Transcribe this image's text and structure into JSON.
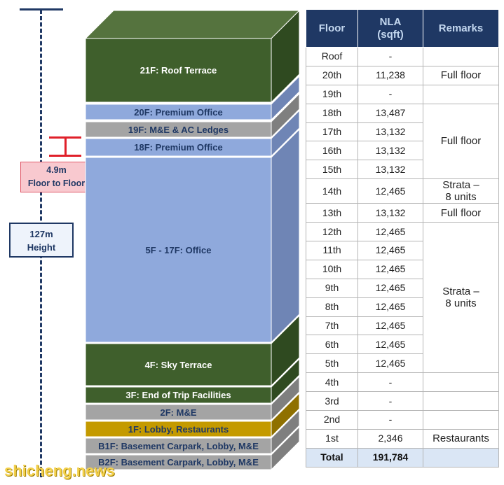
{
  "height_indicator": {
    "height_label": "127m\nHeight",
    "floor_to_floor_label": "4.9m\nFloor to Floor"
  },
  "colors": {
    "navy": "#1f3864",
    "green": "#3f5f2c",
    "light_blue": "#8fa9dc",
    "gray": "#a4a4a4",
    "gold": "#c49a00",
    "pink": "#f8c9cf",
    "red": "#e0202a"
  },
  "building": {
    "floors": [
      {
        "label": "21F: Roof Terrace",
        "color": "green"
      },
      {
        "label": "20F: Premium Office",
        "color": "light_blue"
      },
      {
        "label": "19F: M&E & AC Ledges",
        "color": "gray"
      },
      {
        "label": "18F: Premium Office",
        "color": "light_blue"
      },
      {
        "label": "5F - 17F: Office",
        "color": "light_blue"
      },
      {
        "label": "4F: Sky Terrace",
        "color": "green"
      },
      {
        "label": "3F: End of Trip Facilities",
        "color": "green"
      },
      {
        "label": "2F: M&E",
        "color": "gray"
      },
      {
        "label": "1F: Lobby, Restaurants",
        "color": "gold"
      },
      {
        "label": "B1F: Basement Carpark, Lobby, M&E",
        "color": "gray"
      },
      {
        "label": "B2F: Basement Carpark, Lobby, M&E",
        "color": "gray"
      }
    ]
  },
  "table": {
    "headers": {
      "floor": "Floor",
      "nla": "NLA\n(sqft)",
      "remarks": "Remarks"
    },
    "rows": [
      {
        "floor": "Roof",
        "nla": "-"
      },
      {
        "floor": "20th",
        "nla": "11,238"
      },
      {
        "floor": "19th",
        "nla": "-"
      },
      {
        "floor": "18th",
        "nla": "13,487"
      },
      {
        "floor": "17th",
        "nla": "13,132"
      },
      {
        "floor": "16th",
        "nla": "13,132"
      },
      {
        "floor": "15th",
        "nla": "13,132"
      },
      {
        "floor": "14th",
        "nla": "12,465"
      },
      {
        "floor": "13th",
        "nla": "13,132"
      },
      {
        "floor": "12th",
        "nla": "12,465"
      },
      {
        "floor": "11th",
        "nla": "12,465"
      },
      {
        "floor": "10th",
        "nla": "12,465"
      },
      {
        "floor": "9th",
        "nla": "12,465"
      },
      {
        "floor": "8th",
        "nla": "12,465"
      },
      {
        "floor": "7th",
        "nla": "12,465"
      },
      {
        "floor": "6th",
        "nla": "12,465"
      },
      {
        "floor": "5th",
        "nla": "12,465"
      },
      {
        "floor": "4th",
        "nla": "-"
      },
      {
        "floor": "3rd",
        "nla": "-"
      },
      {
        "floor": "2nd",
        "nla": "-"
      },
      {
        "floor": "1st",
        "nla": "2,346"
      }
    ],
    "remarks": [
      {
        "text": "",
        "rowspan": 1
      },
      {
        "text": "Full floor",
        "rowspan": 1
      },
      {
        "text": "",
        "rowspan": 1
      },
      {
        "text": "Full floor",
        "rowspan": 4
      },
      {
        "text": "Strata –\n8 units",
        "rowspan": 1
      },
      {
        "text": "Full floor",
        "rowspan": 1
      },
      {
        "text": "Strata –\n8 units",
        "rowspan": 8
      },
      {
        "text": "",
        "rowspan": 1
      },
      {
        "text": "",
        "rowspan": 1
      },
      {
        "text": "",
        "rowspan": 1
      },
      {
        "text": "Restaurants",
        "rowspan": 1
      }
    ],
    "total": {
      "label": "Total",
      "nla": "191,784",
      "remarks": ""
    }
  },
  "watermark": "shicheng.news"
}
